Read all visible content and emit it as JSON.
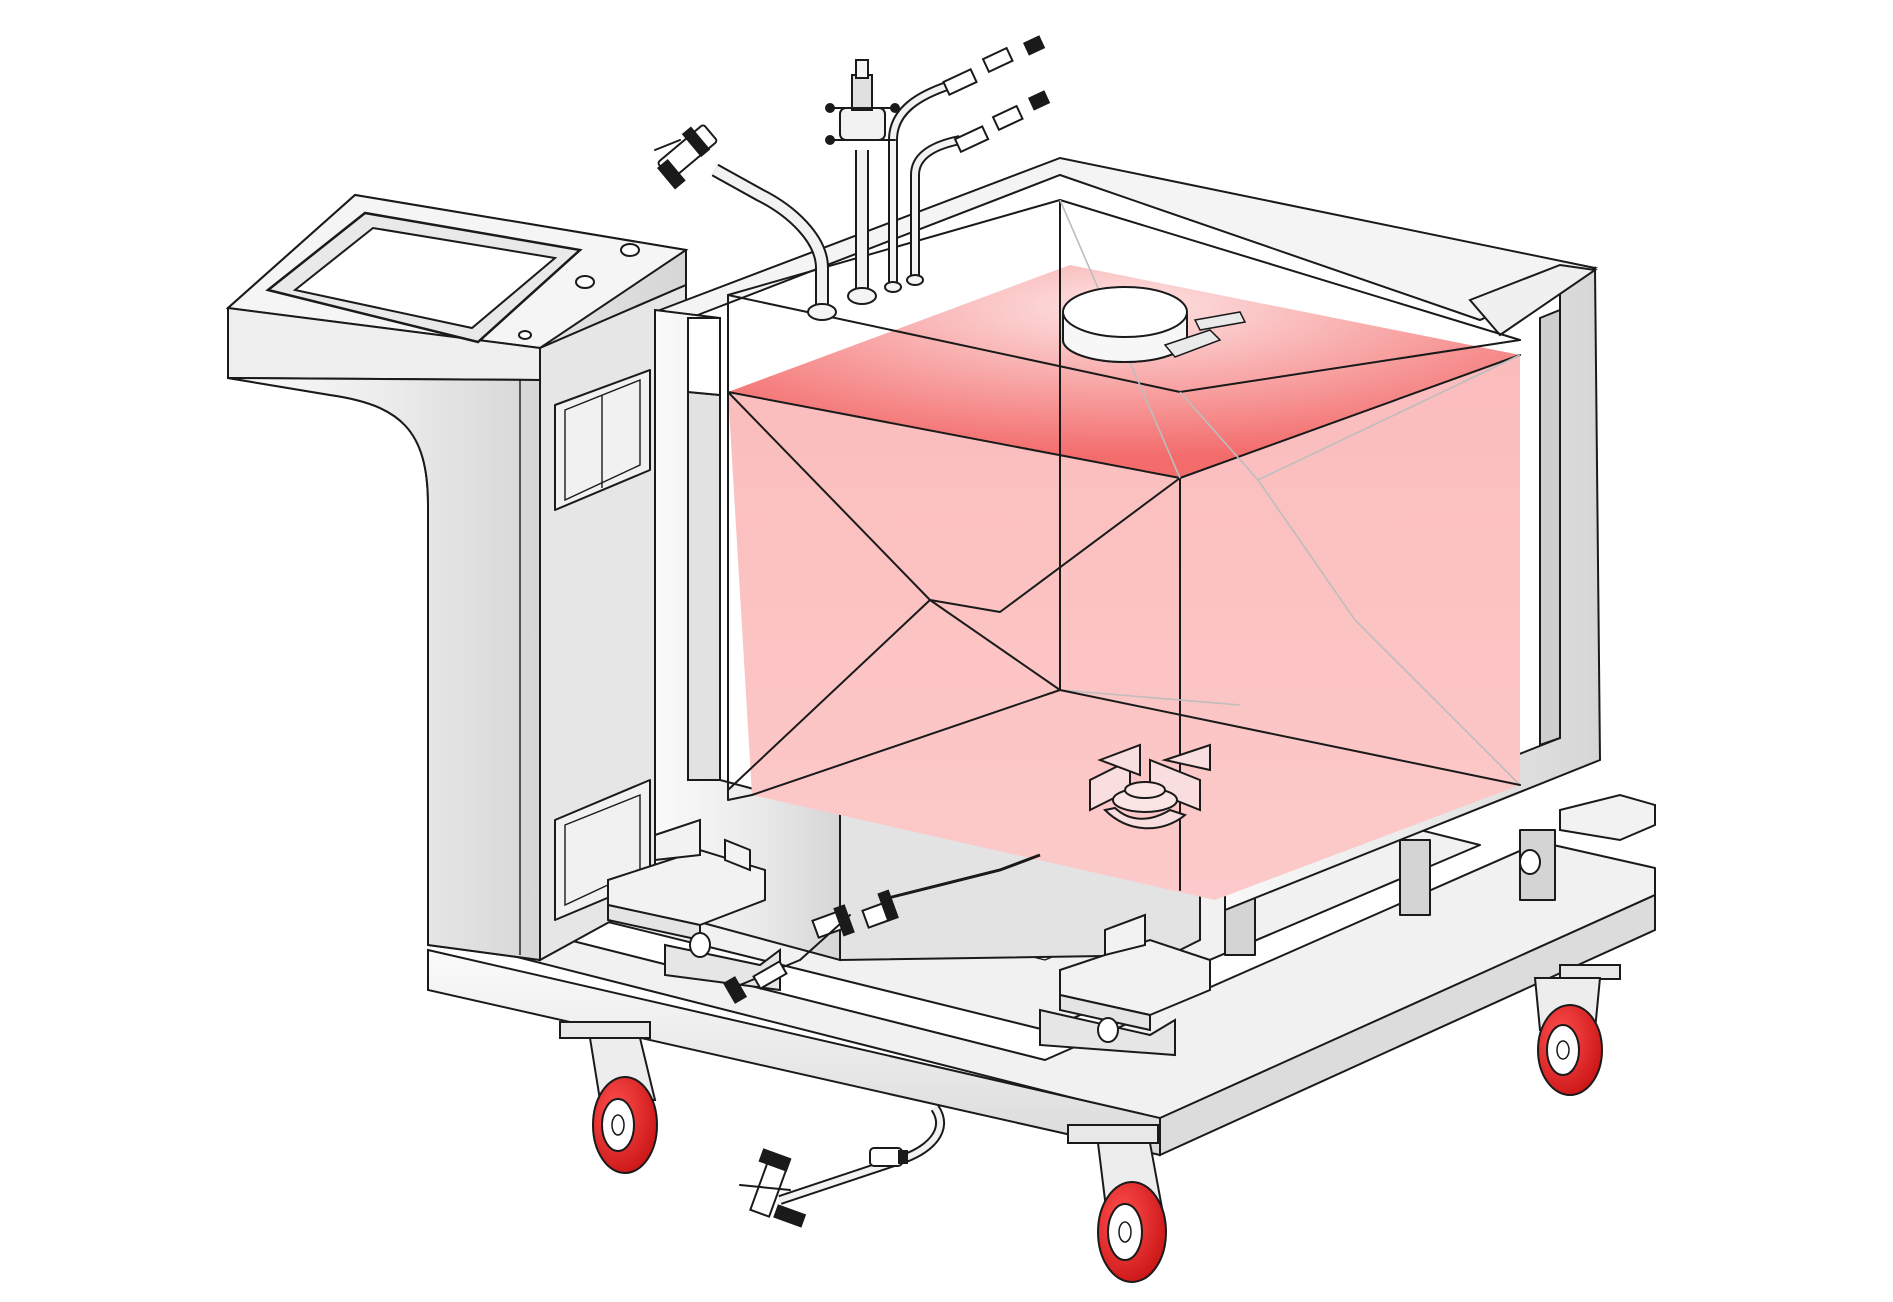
{
  "figure": {
    "colors": {
      "liquid": "#f7a6a6",
      "liquid_surface": "#f25c5c",
      "metal_light": "#f4f4f4",
      "metal_mid": "#d8d8d8",
      "wheel_tread": "#e01b1b",
      "outline": "#1a1a1a"
    },
    "components": [
      "control-cabinet",
      "touch-screen",
      "tank-jacket",
      "single-use-bag",
      "agitator-impeller",
      "top-port-tubing",
      "filter",
      "load-cells",
      "base-frame",
      "castor-wheels",
      "sampling-clamps"
    ]
  }
}
